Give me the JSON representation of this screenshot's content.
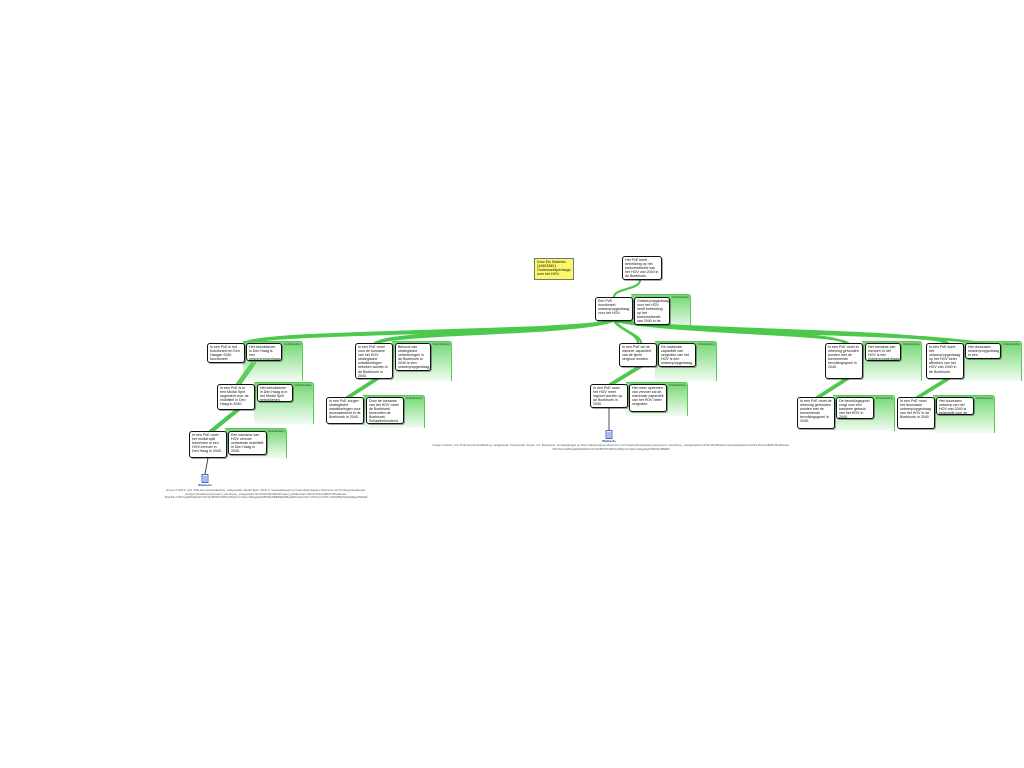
{
  "note": "Door Els Slaberks (3460338X). Onderzoeksperfaagn over het HOV.",
  "nodes": {
    "top": "Het PvE heeft betrekking op het toekomstbeeld van het HOV van 2040 in de Boekhoek.",
    "root_a": "Een PvE functioneel ontwerp/opgedraag voor het HOV.",
    "root_b": "Ontwerp/opgedraag voor het HOV heeft betrekking op het toekomstbeeld van 2040 in de Boekhoek.",
    "b1_a": "Is een PvE in het functioneel en Een Haagse 2040 functioneel.",
    "b1_b": "Het betrokkenen in Den Haag is een ontwerp/opgedraag.",
    "b1_c": "In een PvE is er een Modal Split opgesteld voor de mobiliteit in Den Haag in 2040.",
    "b1_d": "Het betrokkenen in Den Haag is in het Modal Split betrokkenen.",
    "b1_e": "In een PvE moet het modal split toenemen in een HOV-vervoer in Den Haag in 2040.",
    "b1_f": "Een toename van HOV vervoer verbeterde mobiliteit in Den Haag in 2040.",
    "b2_a": "In een PvE moet voor de toename van het HOV strategische ontwikkelingen bekeken worden in de Boekhoek in 2040.",
    "b2_b": "Behoud van strategische verbeteringen in de Boekhoek in 2040 is een ontwerp/opgedraag.",
    "b2_c": "In een PvE zorgen strategische ontwikkelingen voor duurzaamheid in de Boekhoek in 2040.",
    "b2_d": "Door de toename van het HOV moet de Boekhoek bovendien de Boekhoek Schaalbehoudend.",
    "b3_a": "In een PvE wil de inwoner capaciteit van de lijnen vergroot worden.",
    "b3_b": "De maximale capaciteit van vergroten van het HOV is een ontwerp/opgedraag.",
    "b3_c": "In een PvE moet het HOV meer ingezet worden op de Boekhoek in 2040.",
    "b3_d": "Het meer opnemen van vervoer zal de maximale capaciteit van het HOV beter vergroten.",
    "b4_a": "In een PvE moet er rekening gehouden worden met de toenemende bevolkingsgroei in 2040.",
    "b4_b": "Het toename van mensen in het HOV is een ontwerp/opgedraag.",
    "b4_c": "In een PvE moet de rekening gehouden worden met de toenemende bevolkingsgroei in 2040.",
    "b4_d": "De bevolkingsgroei zorgt voor een toename gebruik van het HOV in 2040.",
    "b5_a": "In een PvE komt het ontwerp/opgedraag op het HOV beter afbreken van het HOV van 2040 in de Boekhoek.",
    "b5_b": "Het duurzaam ontwerp/opgedraag in een ontwerp/opgedraag.",
    "b5_c": "In een PvE moet het duurzaam ontwerp/opgedraag van het HOV in de Boekhoek in 2040.",
    "b5_d": "Het duurzaam ontwerp van het HOV van 2040 is belangrijk voor de Boekhoek."
  },
  "tag_label": "Onderbouwing",
  "annotation_label": "Wijzheols",
  "footnotes": {
    "left": "Groep 3 (2013, oct). PvE kennisontwikkeling, vastgesteld. Model Split. Tabel 4. Geraadpleegd op https://pleinpagina.nl/service.xml?ontwerp/boekhoek-pve/geo.flexibel/pve/groep3_vanuit/pve_vastgesteld.html?id=20130203/model_split&param=2013-2014-HBOP-Boekhoek-30xCNLnX2bVqxRd6aFbHX1H7Q4M37PHRSXuXPgC1m7j9+nI4dqp4acIXB3/0pZBEB0pMMeHfG6xtQCcPpYc3XUyUCPS+7kWd/8pPxMLj6Sgw4S0b3k",
    "right": "Groep 2 (2013, oct). PvE kennisontwikkeling, vastgesteld. Perspectief: Figuur 4.2. Boekhoek. Geraadpleegd op https://pleinpagina.nl/service.xml?ontwerp/boekhoek-pve/groep3_vanuit/pve_vastgesteld.html?id=2013020/perspectief&param=2013-2014-HBOP-Boekhoek-30xCNLnX2bVqxRd6aFbHX1H7Q4M37PHRSXuXPgC1m7j9+nI4dqp4acIXB3/0pZBEB0"
  },
  "colors": {
    "link": "#4cc94c",
    "note": "#fbf76a",
    "tag_fill": "#9ee69e",
    "icon": "#2e46b8"
  }
}
